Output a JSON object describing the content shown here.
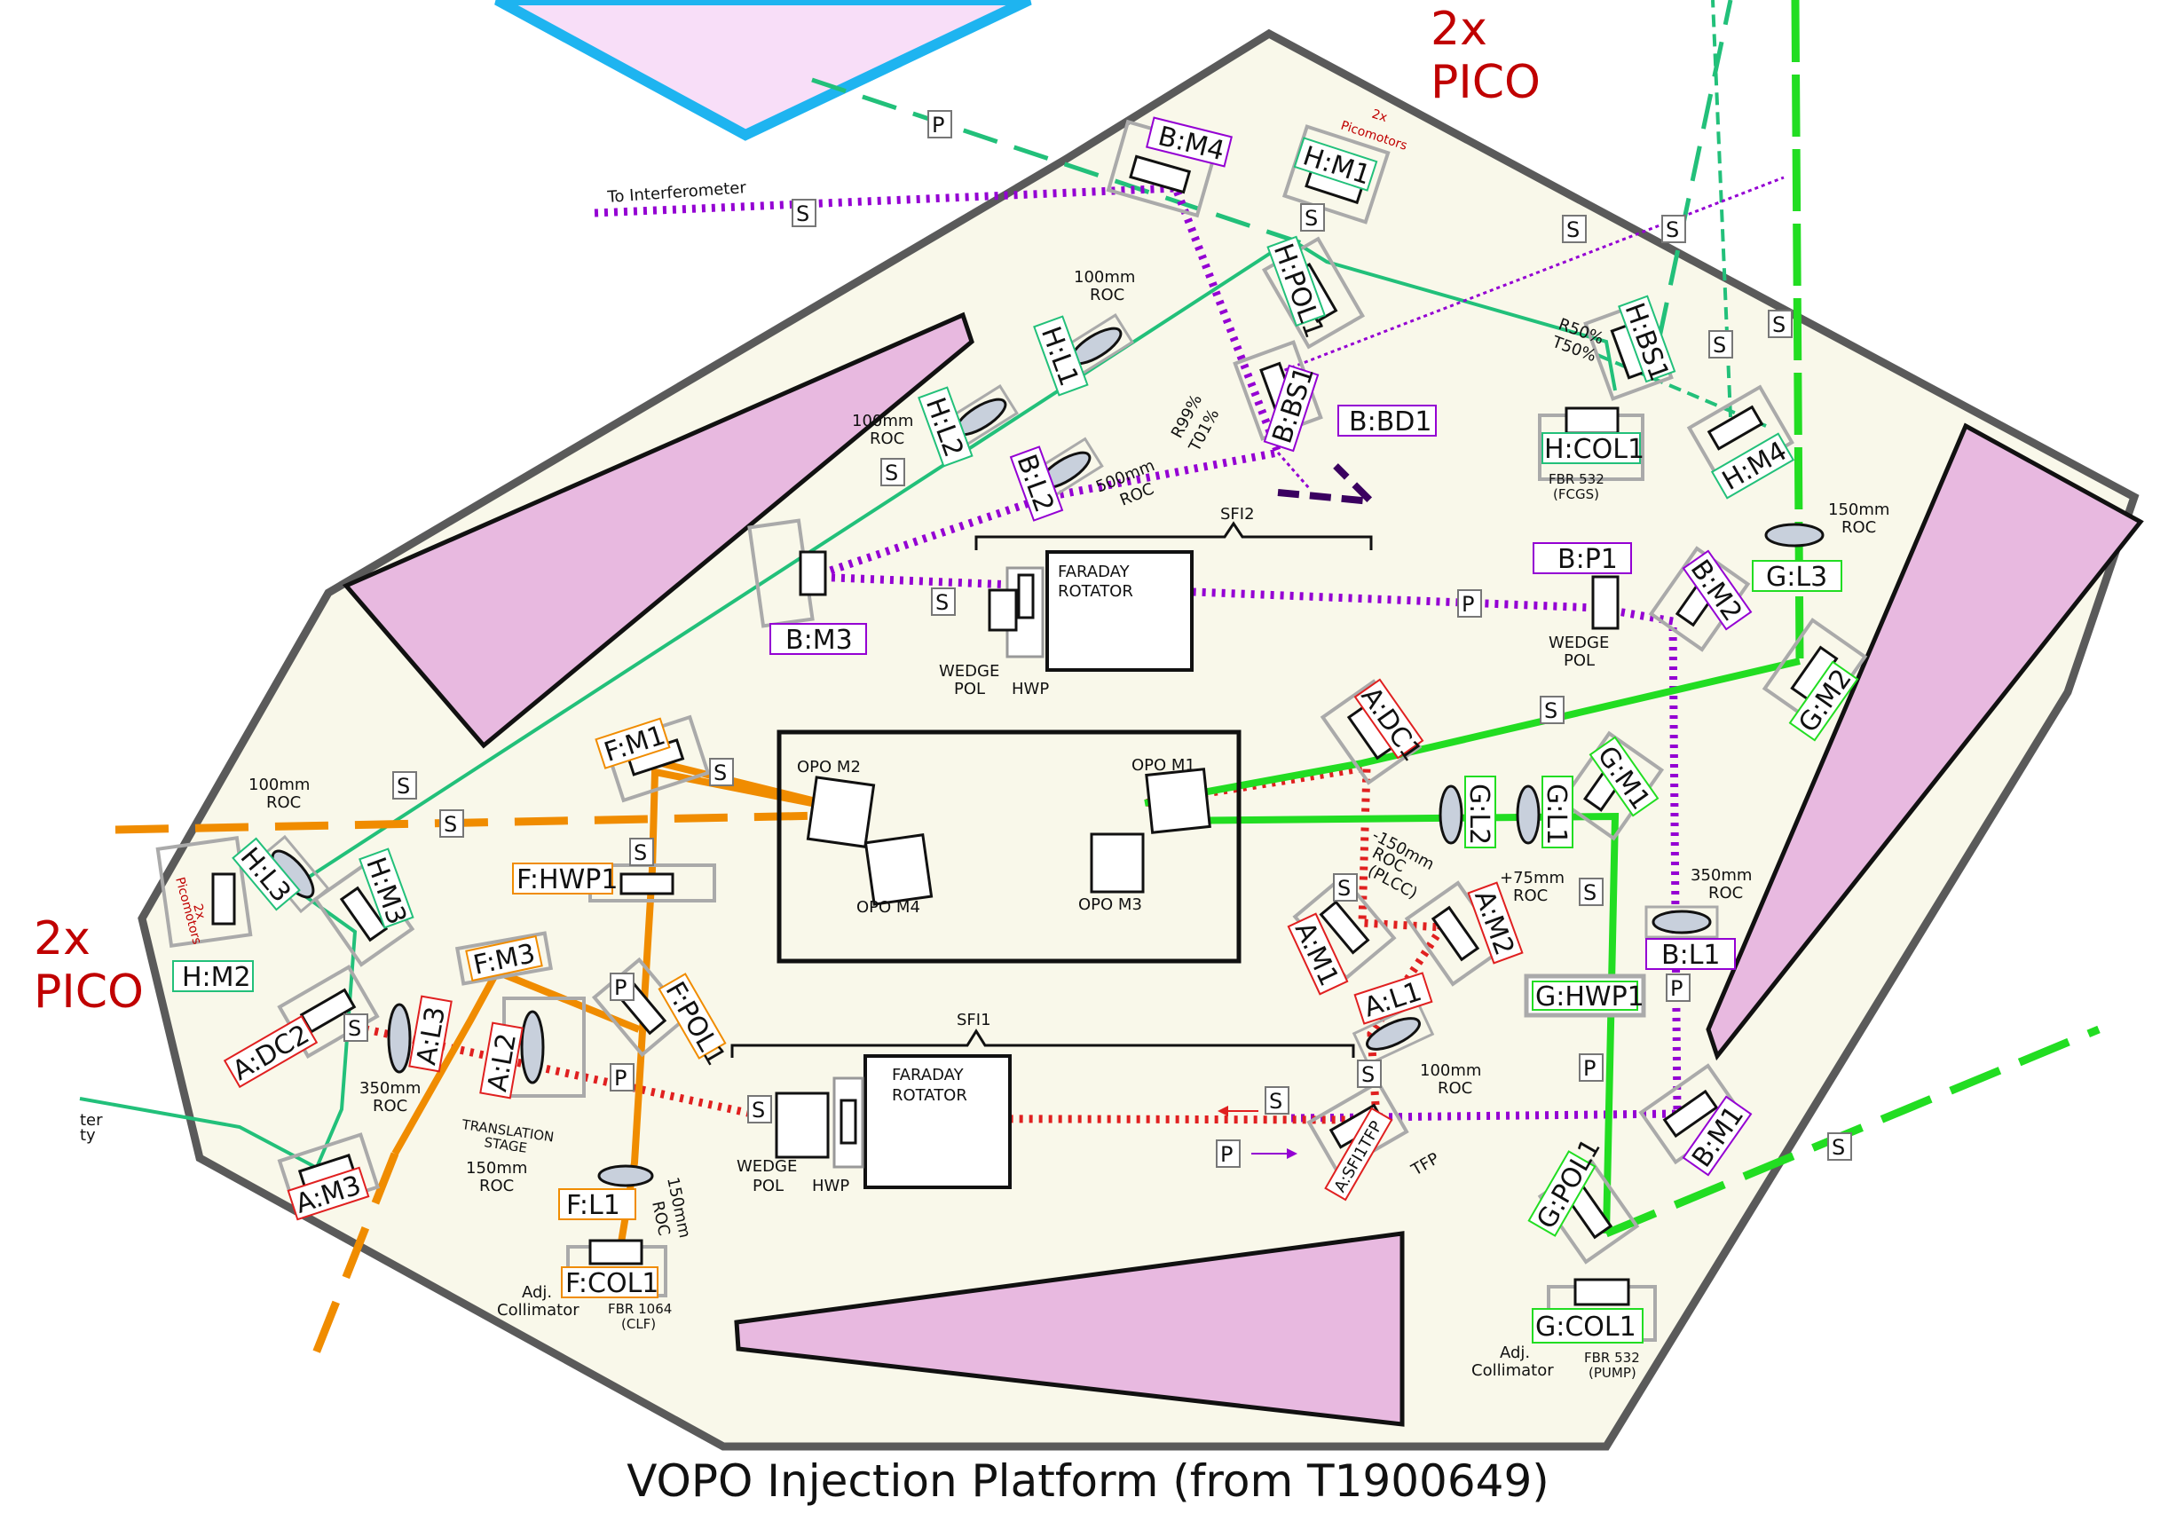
{
  "caption": "VOPO Injection Platform (from T1900649)",
  "colors": {
    "platform_fill": "#f9f8ea",
    "platform_stroke": "#5a5a5a",
    "dump_fill": "#e8b9e0",
    "h_path": "#22c07a",
    "b_path": "#9400d3",
    "a_path": "#e02020",
    "f_path": "#f08c00",
    "g_path": "#22dd22",
    "shield": "#1eb4f0",
    "pico": "#c00000"
  },
  "pico_labels": {
    "top": [
      "2x",
      "PICO"
    ],
    "left": [
      "2x",
      "PICO"
    ]
  },
  "picomotor_notes": {
    "h_m1": [
      "2x",
      "Picomotors"
    ],
    "h_l3": [
      "2x",
      "Picomotors"
    ]
  },
  "optics": {
    "h": [
      "H:M1",
      "H:POL1",
      "H:L1",
      "H:L2",
      "H:BS1",
      "H:COL1",
      "H:M4",
      "H:L3",
      "H:M3",
      "H:M2"
    ],
    "b": [
      "B:M4",
      "B:BS1",
      "B:BD1",
      "B:L2",
      "B:M3",
      "B:P1",
      "B:M2",
      "B:L1",
      "B:M1"
    ],
    "a": [
      "A:DC1",
      "A:M1",
      "A:M2",
      "A:L1",
      "A:SFI1TFP",
      "A:DC2",
      "A:L3",
      "A:L2",
      "A:M3"
    ],
    "f": [
      "F:M1",
      "F:HWP1",
      "F:M3",
      "F:POL1",
      "F:L1",
      "F:COL1"
    ],
    "g": [
      "G:L3",
      "G:M2",
      "G:M1",
      "G:L2",
      "G:L1",
      "G:HWP1",
      "G:POL1",
      "G:COL1"
    ]
  },
  "opo_mirrors": [
    "OPO M1",
    "OPO M2",
    "OPO M3",
    "OPO M4"
  ],
  "sfi": {
    "sfi1": {
      "name": "SFI1",
      "rotator": [
        "FARADAY",
        "ROTATOR"
      ],
      "wedge": [
        "WEDGE",
        "POL"
      ],
      "hwp": "HWP"
    },
    "sfi2": {
      "name": "SFI2",
      "rotator": [
        "FARADAY",
        "ROTATOR"
      ],
      "wedge": [
        "WEDGE",
        "POL"
      ],
      "hwp": "HWP"
    }
  },
  "annotations": {
    "to_interferometer": "To Interferometer",
    "h_l1_roc": [
      "100mm",
      "ROC"
    ],
    "h_l2_roc": [
      "100mm",
      "ROC"
    ],
    "b_l2_roc": [
      "500mm",
      "ROC"
    ],
    "b_bs1_ratio": [
      "R99%",
      "T01%"
    ],
    "h_bs1_ratio": [
      "R50%",
      "T50%"
    ],
    "h_col1_fiber": [
      "FBR 532",
      "(FCGS)"
    ],
    "g_l3_roc": [
      "150mm",
      "ROC"
    ],
    "b_p1_wedge": [
      "WEDGE",
      "POL"
    ],
    "h_l3_roc": [
      "100mm",
      "ROC"
    ],
    "g_l2_roc": [
      "-150mm",
      "ROC",
      "(PLCC)"
    ],
    "g_l1_roc": [
      "+75mm",
      "ROC"
    ],
    "b_l1_roc": [
      "350mm",
      "ROC"
    ],
    "a_l1_roc": [
      "100mm",
      "ROC"
    ],
    "a_l3_roc": [
      "350mm",
      "ROC"
    ],
    "translation_stage": [
      "TRANSLATION",
      "STAGE"
    ],
    "a_l2_roc": [
      "150mm",
      "ROC"
    ],
    "f_l1_roc": [
      "150mm",
      "ROC"
    ],
    "f_col1_adj": [
      "Adj.",
      "Collimator"
    ],
    "f_col1_fiber": [
      "FBR 1064",
      "(CLF)"
    ],
    "g_col1_adj": [
      "Adj.",
      "Collimator"
    ],
    "g_col1_fiber": [
      "FBR 532",
      "(PUMP)"
    ],
    "tfp": "TFP",
    "left_cut": [
      "ter",
      "ty"
    ]
  },
  "shutter_label": "S",
  "pd_label": "P"
}
